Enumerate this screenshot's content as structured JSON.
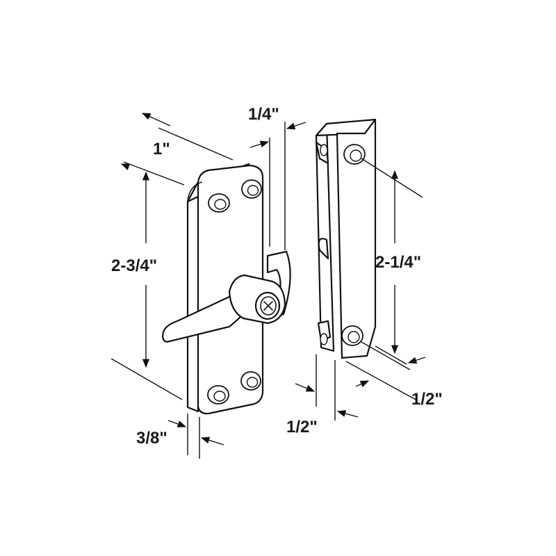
{
  "dimensions": {
    "plate_width": "1\"",
    "plate_height": "2-3/4\"",
    "plate_thickness": "3/8\"",
    "lever_offset": "1/4\"",
    "keeper_hole_spacing": "2-1/4\"",
    "keeper_depth": "1/2\"",
    "keeper_width": "1/2\""
  },
  "colors": {
    "line": "#111111",
    "background": "#ffffff"
  },
  "icons": [
    "screw-head-icon"
  ]
}
